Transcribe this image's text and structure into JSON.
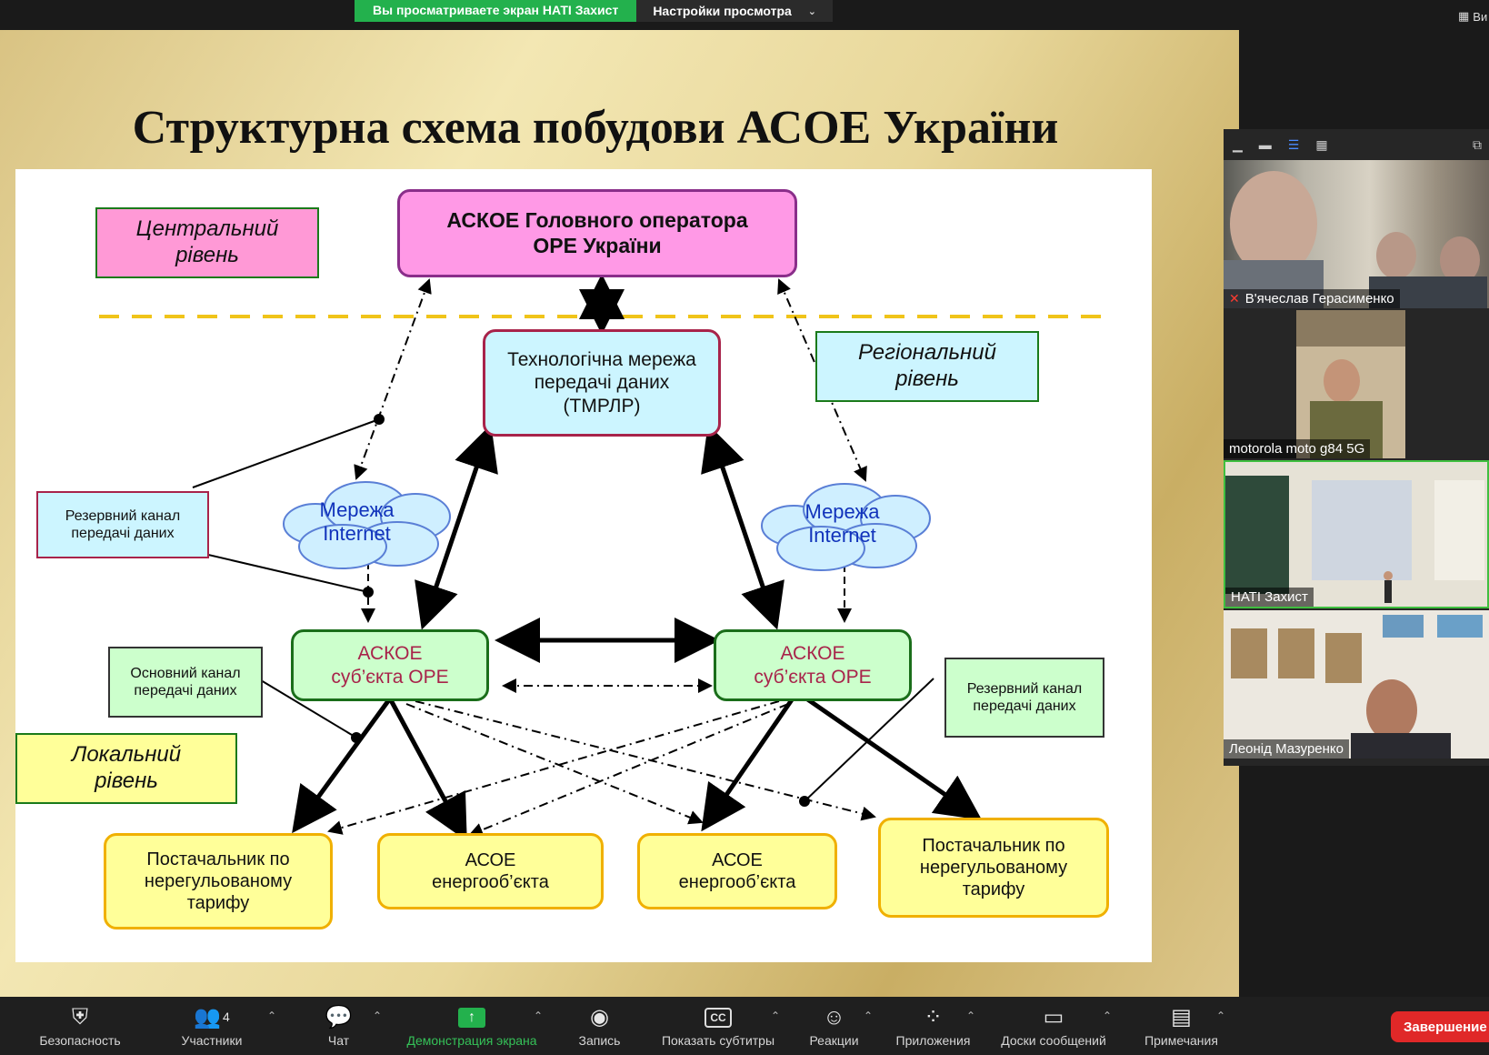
{
  "banner": {
    "viewing_text": "Вы просматриваете экран НАТІ Захист",
    "view_options": "Настройки просмотра"
  },
  "top_right": {
    "view_label": "Ви"
  },
  "slide": {
    "title": "Структурна схема побудови АСОЕ України",
    "central_level": "Центральний рівень",
    "regional_level": "Регіональний рівень",
    "local_level": "Локальний рівень",
    "main_operator": "АСКОЕ  Головного оператора ОРЕ України",
    "tech_network": "Технологічна мережа передачі даних (ТМРЛР)",
    "backup_channel_left": "Резервний канал передачі даних",
    "backup_channel_right": "Резервний канал передачі даних",
    "main_channel": "Основний канал передачі даних",
    "internet_left": "Мережа Internet",
    "internet_right": "Мережа Internet",
    "subject_left": "АСКОЕ суб’єкта ОРЕ",
    "subject_right": "АСКОЕ суб’єкта ОРЕ",
    "supplier_left": "Постачальник по нерегульованому тарифу",
    "asoe_left": "АСОЕ енергооб’єкта",
    "asoe_right": "АСОЕ енергооб’єкта",
    "supplier_right": "Постачальник по нерегульованому тарифу"
  },
  "participants": [
    {
      "name": "В'ячеслав Герасименко",
      "muted": true
    },
    {
      "name": "motorola moto g84 5G",
      "muted": false
    },
    {
      "name": "НАТІ Захист",
      "muted": false
    },
    {
      "name": "Леонід Мазуренко",
      "muted": false
    }
  ],
  "toolbar": {
    "security": "Безопасность",
    "participants": "Участники",
    "participants_count": "4",
    "chat": "Чат",
    "share": "Демонстрация экрана",
    "record": "Запись",
    "captions": "Показать субтитры",
    "captions_icon": "CC",
    "reactions": "Реакции",
    "apps": "Приложения",
    "boards": "Доски сообщений",
    "notes": "Примечания",
    "end": "Завершение"
  },
  "colors": {
    "share_green": "#23b14d",
    "end_red": "#e02828",
    "accent_blue": "#4a8cff"
  }
}
